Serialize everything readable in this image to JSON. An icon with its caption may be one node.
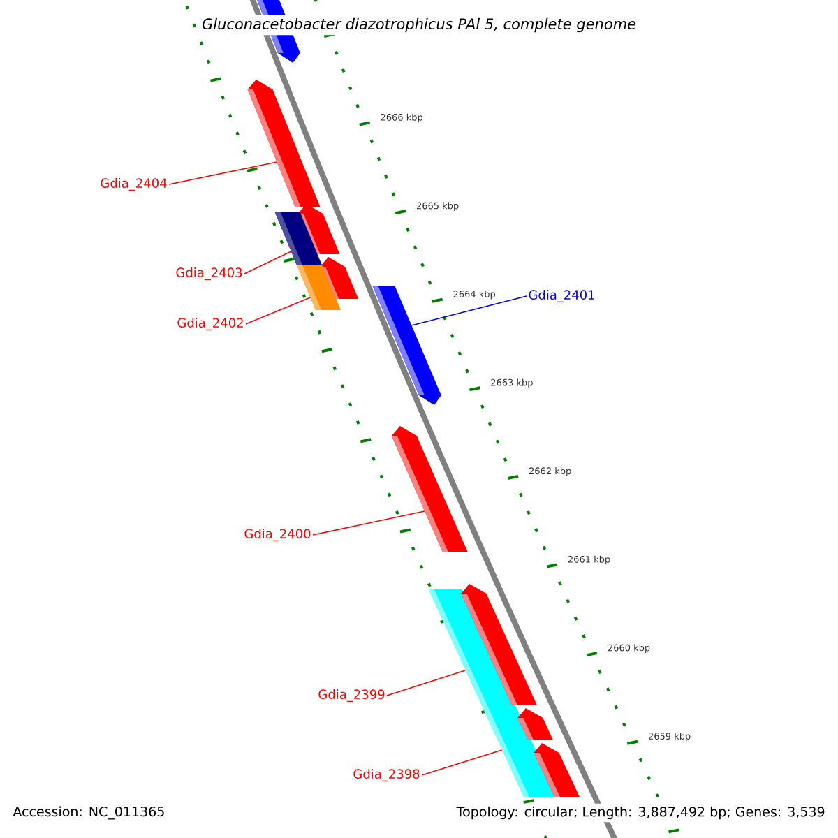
{
  "diagram": {
    "title": "Gluconacetobacter diazotrophicus PAl 5, complete genome",
    "nodes": [
      {
        "text": [],
        "shape": "bar"
      },
      {
        "text": [
          "Gdia_2404"
        ]
      },
      {
        "text": [],
        "shape": "bar"
      },
      {
        "text": [],
        "shape": "bar"
      },
      {
        "text": [
          "Gdia_2403"
        ]
      },
      {
        "text": [],
        "shape": "bar"
      },
      {
        "text": [],
        "shape": "bar"
      },
      {
        "text": [
          "Gdia_2402"
        ]
      },
      {
        "text": [],
        "shape": "bar"
      },
      {
        "text": [
          "Gdia_2401"
        ]
      },
      {
        "text": [],
        "shape": "bar"
      },
      {
        "text": [
          "Gdia_2400"
        ]
      },
      {
        "text": [],
        "shape": "bar"
      },
      {
        "text": [],
        "shape": "bar"
      },
      {
        "text": [],
        "shape": "bar"
      },
      {
        "text": [
          "Gdia_2399"
        ]
      },
      {
        "text": [],
        "shape": "bar"
      },
      {
        "text": [
          "Gdia_2398"
        ]
      },
      {
        "text": [],
        "shape": "bar"
      }
    ],
    "edges": [
      {
        "from": 1,
        "to": 2,
        "arrow": "none"
      },
      {
        "from": 4,
        "to": 5,
        "arrow": "none"
      },
      {
        "from": 7,
        "to": 8,
        "arrow": "none"
      },
      {
        "from": 9,
        "to": 10,
        "arrow": "none",
        "color": "#0000ff"
      },
      {
        "from": 11,
        "to": 12,
        "arrow": "none"
      },
      {
        "from": 15,
        "to": 13,
        "arrow": "none"
      },
      {
        "from": 17,
        "to": 13,
        "arrow": "none"
      }
    ],
    "labels": [
      "2666 kbp",
      "2665 kbp",
      "2664 kbp",
      "2663 kbp",
      "2662 kbp",
      "2661 kbp",
      "2660 kbp",
      "2659 kbp",
      "Accession: NC_011365",
      "Topology: circular; Length: 3,887,492 bp; Genes: 3,539"
    ]
  }
}
